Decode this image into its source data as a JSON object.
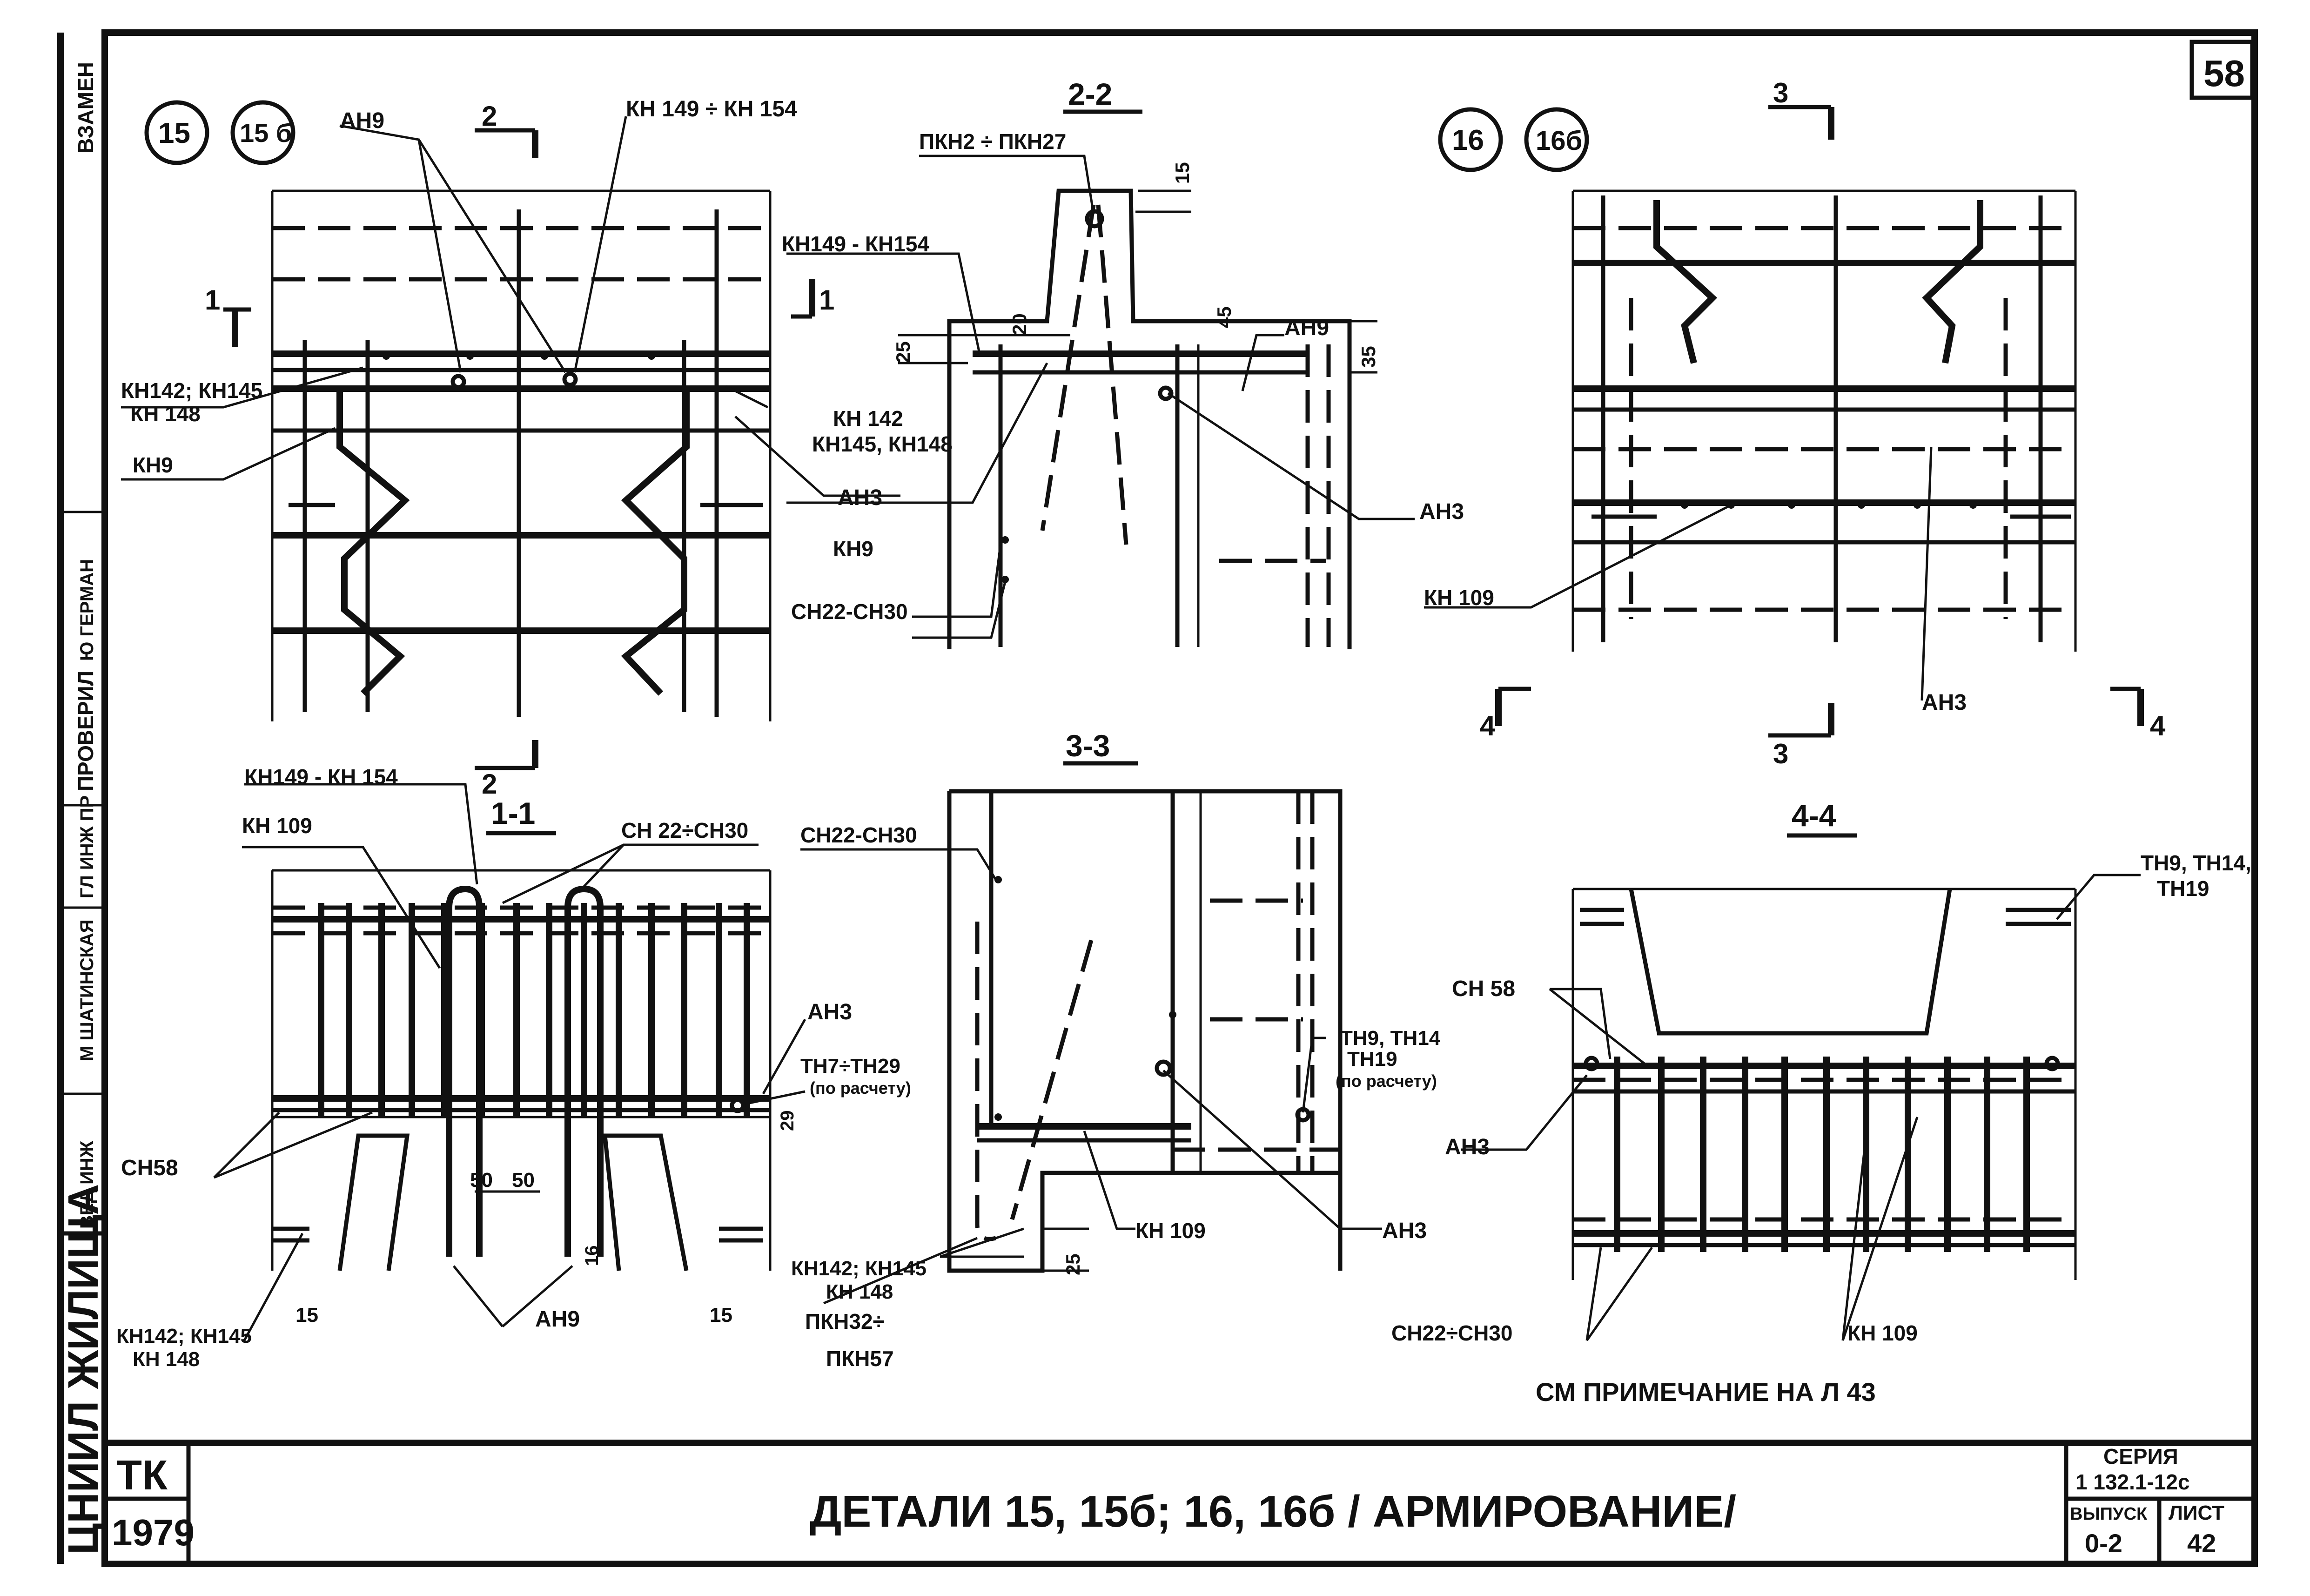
{
  "sheet": {
    "number": "58",
    "title": "ДЕТАЛИ  15, 15б; 16, 16б / АРМИРОВАНИЕ/",
    "note": "СМ ПРИМЕЧАНИЕ НА Л 43",
    "org": "ЦНИИЛ ЖИЛИЩА",
    "replaced": "ВЗАМЕН",
    "tk": "ТК",
    "year": "1979",
    "series_label": "СЕРИЯ",
    "series_value": "1 132.1-12с",
    "issue_label": "ВЫПУСК",
    "issue_value": "0-2",
    "list_label": "ЛИСТ",
    "list_value": "42",
    "side_stamp": [
      "ПРОВЕРИЛ",
      "Ю ГЕРМАН",
      "ГЛ ИНЖ ПР",
      "М ШАТИНСКАЯ",
      "ВЕД ИНЖ"
    ]
  },
  "details": {
    "d15": "15",
    "d15b": "15 б",
    "d16": "16",
    "d16b": "16б"
  },
  "sections": {
    "s1": "1-1",
    "s2": "2-2",
    "s3": "3-3",
    "s4": "4-4",
    "cut1": "1",
    "cut2": "2",
    "cut3": "3",
    "cut4": "4"
  },
  "labels": {
    "an9": "АН9",
    "kn149_154a": "КН 149 ÷ КН 154",
    "kn149_154b": "КН149 - КН 154",
    "kn149_154c": "КН149 - КН154",
    "kn142_145": "КН142; КН145",
    "kn148": "КН 148",
    "kn9": "КН9",
    "kn142": "КН 142",
    "kn145_148": "КН145, КН148",
    "an3": "АН3",
    "pkn2_27": "ПКН2 ÷ ПКН27",
    "sn22_30a": "СН22-СН30",
    "sn22_30b": "СН 22÷СН30",
    "sn22_30c": "СН22÷СН30",
    "kn109": "КН 109",
    "sn58": "СН58",
    "tn7_29": "ТН7÷ТН29",
    "by_calc": "(по расчету)",
    "tn9_14": "ТН9, ТН14",
    "tn19": "ТН19",
    "tn9_14_19": "ТН9, ТН14,",
    "pkn32": "ПКН32÷",
    "pkn57": "ПКН57",
    "sn58b": "СН 58",
    "kn142_145b": "КН142; КН145",
    "kn148b": "КН 148"
  },
  "dims": {
    "d15": "15",
    "d20": "20",
    "d25": "25",
    "d45": "45",
    "d35": "35",
    "d29": "29",
    "d50": "50",
    "d16": "16"
  }
}
